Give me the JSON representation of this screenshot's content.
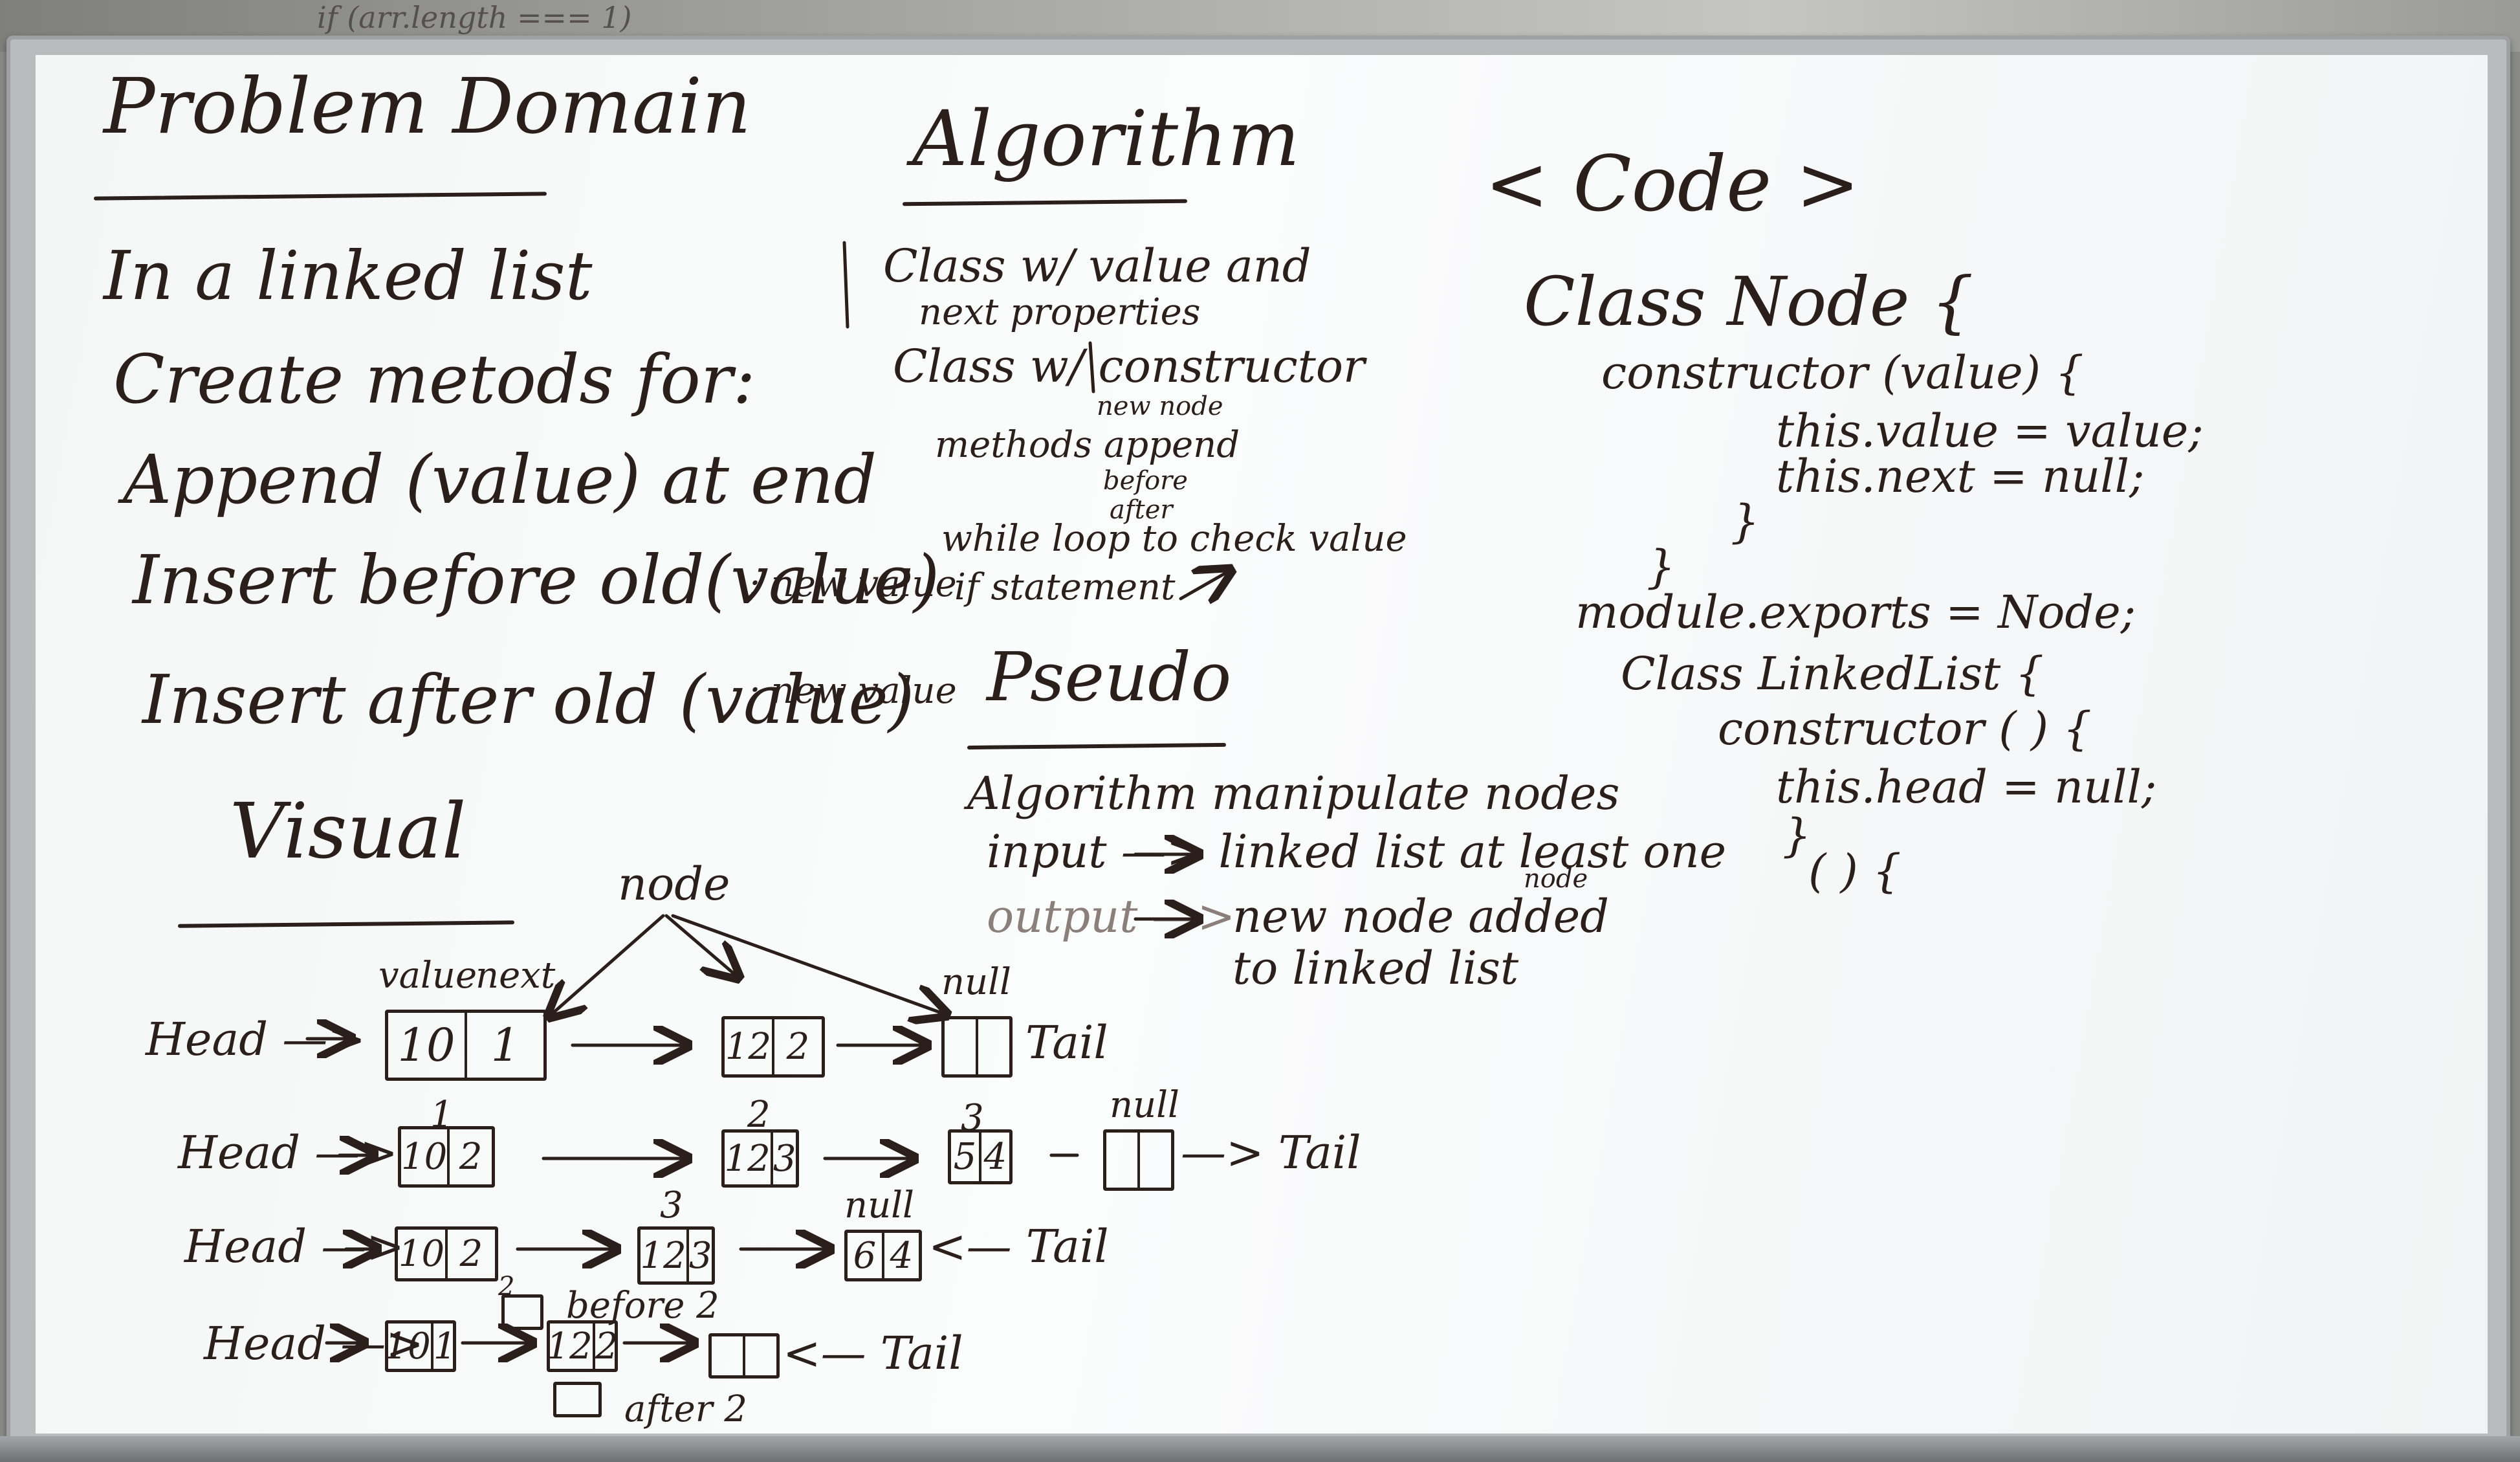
{
  "top_scribble": "if (arr.length === 1)",
  "problem_domain": {
    "title": "Problem Domain",
    "lines": [
      "In a linked list",
      "Create metods for:",
      "Append (value) at end",
      "Insert before old(value)",
      "Insert after old (value)"
    ],
    "side_notes": [
      "; new value",
      "; new value"
    ]
  },
  "algorithm": {
    "title": "Algorithm",
    "lines": [
      "Class w/ value and",
      "next properties",
      "Class w/ constructor",
      "new node",
      "methods  append",
      "before",
      "after",
      "while loop to check value",
      "if statement"
    ]
  },
  "pseudo": {
    "title": "Pseudo",
    "lines": [
      "Algorithm manipulate nodes",
      "input —> linked list at least one",
      "node",
      "output —>",
      "new node added",
      "to linked list"
    ]
  },
  "code": {
    "title": "< Code >",
    "lines": [
      "Class Node {",
      "constructor (value) {",
      "this.value = value;",
      "this.next = null;",
      "}",
      "}",
      "module.exports = Node;",
      "Class LinkedList {",
      "constructor ( ) {",
      "this.head = null;",
      "}",
      "( ) {"
    ]
  },
  "visual": {
    "title": "Visual",
    "node_label": "node",
    "value_label": "value",
    "next_label": "next",
    "null_label": "null",
    "rows": [
      {
        "head": "Head —>",
        "cells": [
          [
            "10",
            "1"
          ],
          [
            "12",
            "2"
          ],
          [
            "",
            ""
          ]
        ],
        "tail": "Tail",
        "index_labels": []
      },
      {
        "head": "Head —>",
        "cells": [
          [
            "10",
            "2"
          ],
          [
            "12",
            "3"
          ],
          [
            "5",
            "4"
          ],
          [
            "",
            ""
          ]
        ],
        "tail": "—> Tail",
        "index_labels": [
          "1",
          "2",
          "3",
          "null"
        ]
      },
      {
        "head": "Head —>",
        "cells": [
          [
            "10",
            "2"
          ],
          [
            "12",
            "3"
          ],
          [
            "6",
            "4"
          ]
        ],
        "tail": "<— Tail",
        "index_labels": [
          "3",
          "null"
        ]
      },
      {
        "head": "Head —>",
        "cells": [
          [
            "10",
            "1"
          ],
          [
            "12",
            "2"
          ],
          [
            "",
            ""
          ]
        ],
        "tail": "<— Tail",
        "index_labels": []
      }
    ],
    "before_note": "before 2",
    "after_note": "after 2",
    "small_index": "2"
  },
  "colors": {
    "ink": "#2b1f1c",
    "board": "#f7f8f8",
    "frame": "#b9bbbd"
  }
}
